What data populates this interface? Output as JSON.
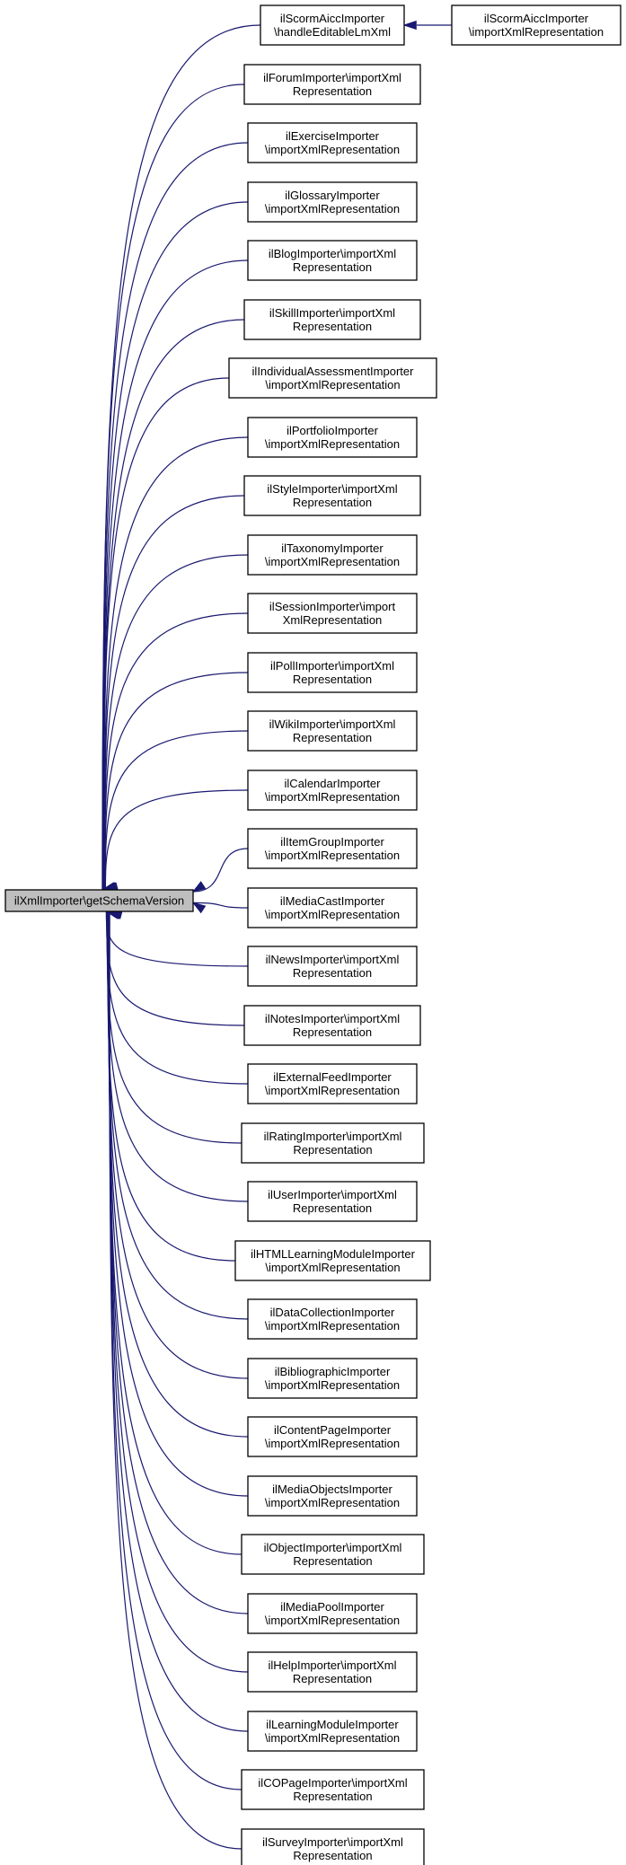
{
  "colors": {
    "edge": "#191970",
    "root_fill": "#bfbfbf",
    "node_fill": "#ffffff",
    "border": "#000000"
  },
  "root": {
    "label": "ilXmlImporter\\getSchemaVersion"
  },
  "callers": [
    {
      "id": "scormaicc-handle",
      "lines": [
        "ilScormAiccImporter",
        "\\handleEditableLmXml"
      ]
    },
    {
      "id": "forum",
      "lines": [
        "ilForumImporter\\importXml",
        "Representation"
      ]
    },
    {
      "id": "exercise",
      "lines": [
        "ilExerciseImporter",
        "\\importXmlRepresentation"
      ]
    },
    {
      "id": "glossary",
      "lines": [
        "ilGlossaryImporter",
        "\\importXmlRepresentation"
      ]
    },
    {
      "id": "blog",
      "lines": [
        "ilBlogImporter\\importXml",
        "Representation"
      ]
    },
    {
      "id": "skill",
      "lines": [
        "ilSkillImporter\\importXml",
        "Representation"
      ]
    },
    {
      "id": "individual-assessment",
      "lines": [
        "ilIndividualAssessmentImporter",
        "\\importXmlRepresentation"
      ]
    },
    {
      "id": "portfolio",
      "lines": [
        "ilPortfolioImporter",
        "\\importXmlRepresentation"
      ]
    },
    {
      "id": "style",
      "lines": [
        "ilStyleImporter\\importXml",
        "Representation"
      ]
    },
    {
      "id": "taxonomy",
      "lines": [
        "ilTaxonomyImporter",
        "\\importXmlRepresentation"
      ]
    },
    {
      "id": "session",
      "lines": [
        "ilSessionImporter\\import",
        "XmlRepresentation"
      ]
    },
    {
      "id": "poll",
      "lines": [
        "ilPollImporter\\importXml",
        "Representation"
      ]
    },
    {
      "id": "wiki",
      "lines": [
        "ilWikiImporter\\importXml",
        "Representation"
      ]
    },
    {
      "id": "calendar",
      "lines": [
        "ilCalendarImporter",
        "\\importXmlRepresentation"
      ]
    },
    {
      "id": "item-group",
      "lines": [
        "ilItemGroupImporter",
        "\\importXmlRepresentation"
      ]
    },
    {
      "id": "media-cast",
      "lines": [
        "ilMediaCastImporter",
        "\\importXmlRepresentation"
      ]
    },
    {
      "id": "news",
      "lines": [
        "ilNewsImporter\\importXml",
        "Representation"
      ]
    },
    {
      "id": "notes",
      "lines": [
        "ilNotesImporter\\importXml",
        "Representation"
      ]
    },
    {
      "id": "external-feed",
      "lines": [
        "ilExternalFeedImporter",
        "\\importXmlRepresentation"
      ]
    },
    {
      "id": "rating",
      "lines": [
        "ilRatingImporter\\importXml",
        "Representation"
      ]
    },
    {
      "id": "user",
      "lines": [
        "ilUserImporter\\importXml",
        "Representation"
      ]
    },
    {
      "id": "html-learning-module",
      "lines": [
        "ilHTMLLearningModuleImporter",
        "\\importXmlRepresentation"
      ]
    },
    {
      "id": "data-collection",
      "lines": [
        "ilDataCollectionImporter",
        "\\importXmlRepresentation"
      ]
    },
    {
      "id": "bibliographic",
      "lines": [
        "ilBibliographicImporter",
        "\\importXmlRepresentation"
      ]
    },
    {
      "id": "content-page",
      "lines": [
        "ilContentPageImporter",
        "\\importXmlRepresentation"
      ]
    },
    {
      "id": "media-objects",
      "lines": [
        "ilMediaObjectsImporter",
        "\\importXmlRepresentation"
      ]
    },
    {
      "id": "object",
      "lines": [
        "ilObjectImporter\\importXml",
        "Representation"
      ]
    },
    {
      "id": "media-pool",
      "lines": [
        "ilMediaPoolImporter",
        "\\importXmlRepresentation"
      ]
    },
    {
      "id": "help",
      "lines": [
        "ilHelpImporter\\importXml",
        "Representation"
      ]
    },
    {
      "id": "learning-module",
      "lines": [
        "ilLearningModuleImporter",
        "\\importXmlRepresentation"
      ]
    },
    {
      "id": "copage",
      "lines": [
        "ilCOPageImporter\\importXml",
        "Representation"
      ]
    },
    {
      "id": "survey",
      "lines": [
        "ilSurveyImporter\\importXml",
        "Representation"
      ]
    }
  ],
  "secondary": {
    "id": "scormaicc-import",
    "lines": [
      "ilScormAiccImporter",
      "\\importXmlRepresentation"
    ]
  }
}
